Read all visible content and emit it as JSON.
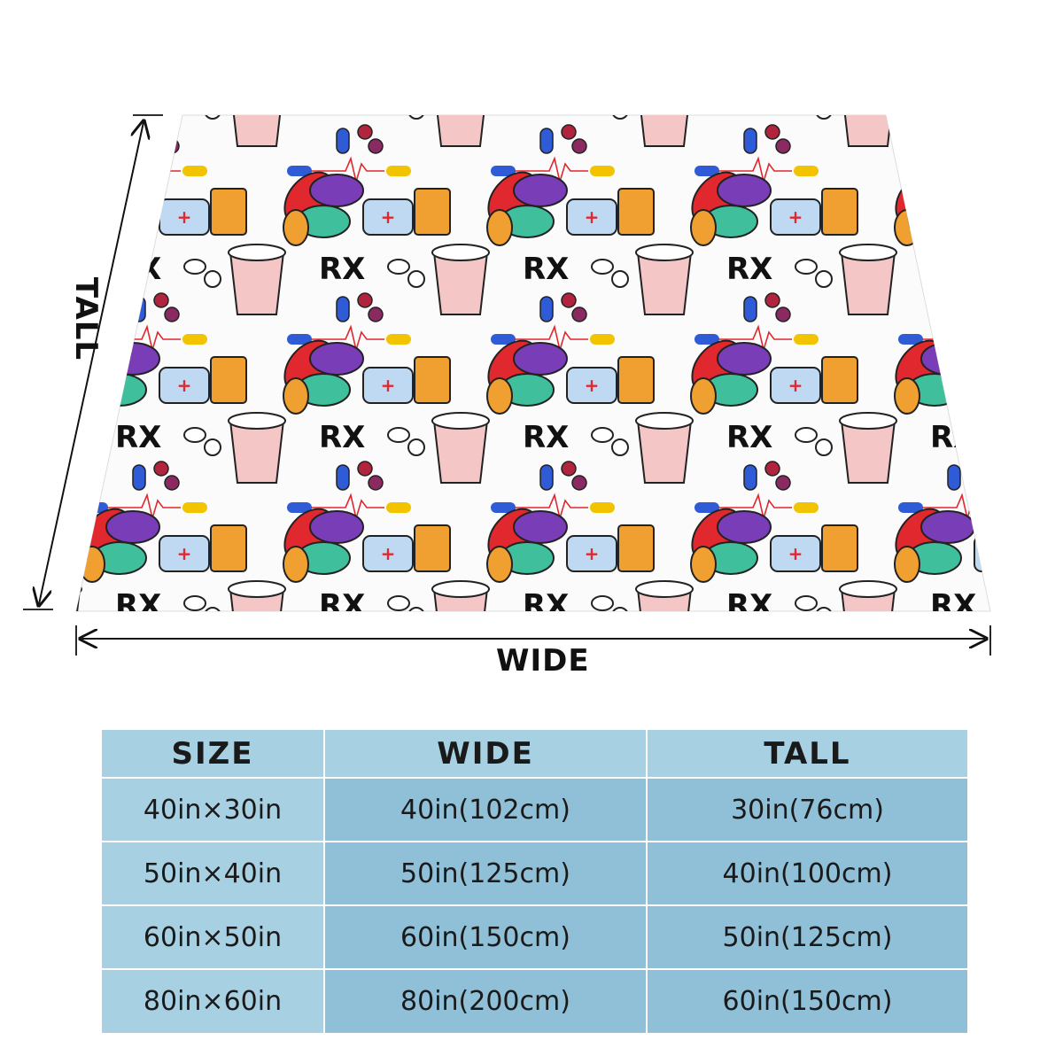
{
  "diagram": {
    "tall_label": "TALL",
    "wide_label": "WIDE",
    "pattern_text": "RX"
  },
  "table": {
    "headers": [
      "SIZE",
      "WIDE",
      "TALL"
    ],
    "rows": [
      [
        "40in×30in",
        "40in(102cm)",
        "30in(76cm)"
      ],
      [
        "50in×40in",
        "50in(125cm)",
        "40in(100cm)"
      ],
      [
        "60in×50in",
        "60in(150cm)",
        "50in(125cm)"
      ],
      [
        "80in×60in",
        "80in(200cm)",
        "60in(150cm)"
      ]
    ]
  },
  "colors": {
    "header_bg": "#a8d0e3",
    "cell_bg": "#8fc0d8",
    "pill_red": "#e0282e",
    "pill_purple": "#7a3db8",
    "pill_teal": "#3fbf9b",
    "pill_orange": "#f0a030",
    "bottle_pink": "#f4c6c6",
    "label_blue": "#bfd9f2"
  }
}
